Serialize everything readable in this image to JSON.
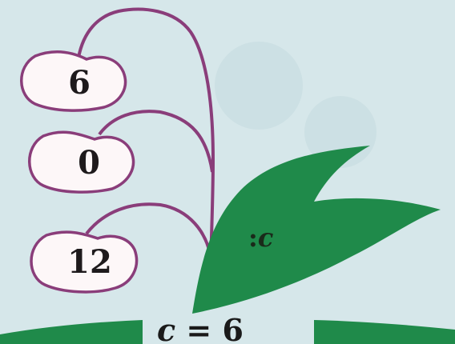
{
  "flower": {
    "petals": [
      {
        "value": "6"
      },
      {
        "value": "0"
      },
      {
        "value": "12"
      }
    ],
    "operation": {
      "sign": ":",
      "variable": "c"
    },
    "equation": {
      "variable": "c",
      "equals": "=",
      "value": "6"
    }
  },
  "colors": {
    "background": "#d6e7ea",
    "stem": "#8a3d7a",
    "leaf": "#1f8a4a",
    "petal_fill": "#fdf7f8"
  }
}
